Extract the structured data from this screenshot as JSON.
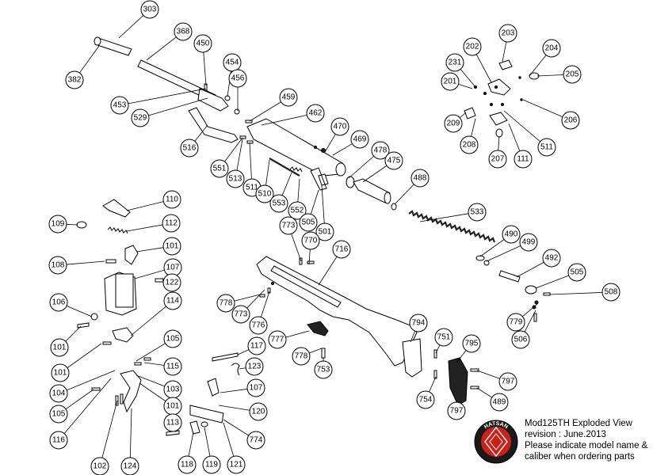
{
  "diagram": {
    "parts": [
      "303",
      "368",
      "450",
      "454",
      "456",
      "459",
      "462",
      "470",
      "469",
      "478",
      "475",
      "488",
      "533",
      "382",
      "453",
      "529",
      "516",
      "551",
      "513",
      "511",
      "510",
      "553",
      "552",
      "505",
      "501",
      "773",
      "770",
      "716",
      "203",
      "202",
      "204",
      "231",
      "201",
      "205",
      "206",
      "209",
      "511",
      "208",
      "207",
      "111",
      "110",
      "112",
      "109",
      "101",
      "108",
      "107",
      "122",
      "106",
      "114",
      "101",
      "105",
      "101",
      "115",
      "104",
      "103",
      "101",
      "105",
      "116",
      "102",
      "124",
      "117",
      "123",
      "113",
      "118",
      "119",
      "121",
      "107",
      "120",
      "774",
      "778",
      "773",
      "776",
      "777",
      "778",
      "753",
      "794",
      "751",
      "795",
      "754",
      "797",
      "797",
      "489",
      "490",
      "499",
      "492",
      "505",
      "508",
      "779",
      "506"
    ],
    "brand": "HATSAN",
    "info_lines": [
      "Mod125TH Exploded View",
      "revision : June.2013",
      "Please indicate model name &",
      "caliber when ordering parts"
    ]
  }
}
